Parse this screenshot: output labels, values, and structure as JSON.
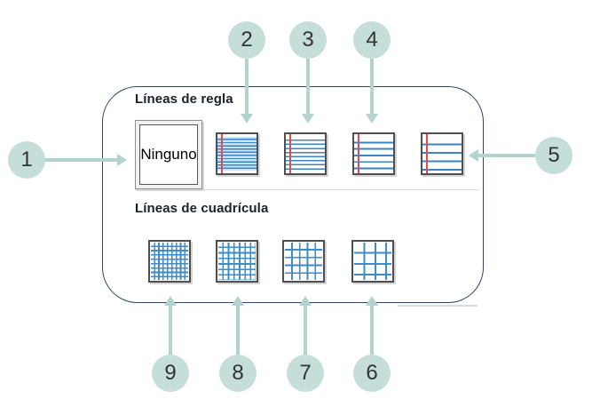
{
  "figure": {
    "panel": {
      "sections": [
        {
          "title": "Líneas de regla",
          "options": [
            {
              "name": "ninguno",
              "label": "Ninguno",
              "selected": true,
              "callout_number": "1"
            },
            {
              "name": "ruled-narrow",
              "icon": "narrow-ruled-page-icon",
              "callout_number": "2"
            },
            {
              "name": "ruled-college",
              "icon": "college-ruled-page-icon",
              "callout_number": "3"
            },
            {
              "name": "ruled-standard",
              "icon": "standard-ruled-page-icon",
              "callout_number": "4"
            },
            {
              "name": "ruled-wide",
              "icon": "wide-ruled-page-icon",
              "callout_number": "5"
            }
          ]
        },
        {
          "title": "Líneas de cuadrícula",
          "options": [
            {
              "name": "grid-small",
              "icon": "small-grid-page-icon",
              "callout_number": "9"
            },
            {
              "name": "grid-medium-small",
              "icon": "medium-small-grid-page-icon",
              "callout_number": "8"
            },
            {
              "name": "grid-medium",
              "icon": "medium-grid-page-icon",
              "callout_number": "7"
            },
            {
              "name": "grid-large",
              "icon": "large-grid-page-icon",
              "callout_number": "6"
            }
          ]
        }
      ]
    },
    "callouts": [
      {
        "number": "1"
      },
      {
        "number": "2"
      },
      {
        "number": "3"
      },
      {
        "number": "4"
      },
      {
        "number": "5"
      },
      {
        "number": "6"
      },
      {
        "number": "7"
      },
      {
        "number": "8"
      },
      {
        "number": "9"
      }
    ],
    "colors": {
      "callout_circle": "#c5ded9",
      "callout_arrow": "#b2d4cd",
      "panel_border": "#2f4566",
      "ruled_line_blue": "#3a86c4",
      "grid_line_blue": "#3f8cc9",
      "margin_line_red": "#e14b4b",
      "thumbnail_border": "#4f4f4f"
    }
  }
}
